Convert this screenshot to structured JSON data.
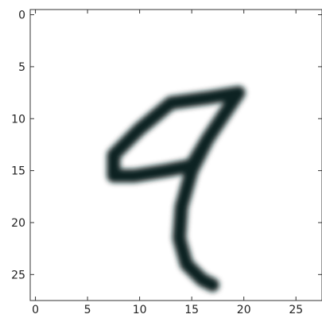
{
  "chart_data": {
    "type": "heatmap",
    "title": "",
    "xlabel": "",
    "ylabel": "",
    "xlim": [
      -0.5,
      27.5
    ],
    "ylim": [
      27.5,
      -0.5
    ],
    "y_inverted": true,
    "grid": false,
    "legend": "none",
    "colormap": "gray_r",
    "x_ticks": [
      0,
      5,
      10,
      15,
      20,
      25
    ],
    "y_ticks": [
      0,
      5,
      10,
      15,
      20,
      25
    ],
    "x_tick_labels": [
      "0",
      "5",
      "10",
      "15",
      "20",
      "25"
    ],
    "y_tick_labels": [
      "0",
      "5",
      "10",
      "15",
      "20",
      "25"
    ],
    "image_size": [
      28,
      28
    ],
    "strokes": [
      {
        "name": "loop",
        "points": [
          [
            19.5,
            7.5
          ],
          [
            16.5,
            8.0
          ],
          [
            13.0,
            8.5
          ],
          [
            10.0,
            11.0
          ],
          [
            7.5,
            13.5
          ],
          [
            7.5,
            15.5
          ],
          [
            9.5,
            15.5
          ],
          [
            12.5,
            15.0
          ],
          [
            15.0,
            14.5
          ],
          [
            16.5,
            12.0
          ],
          [
            18.5,
            9.0
          ],
          [
            19.5,
            7.5
          ]
        ],
        "width": 1.3
      },
      {
        "name": "stem",
        "points": [
          [
            16.5,
            12.0
          ],
          [
            15.0,
            15.0
          ],
          [
            14.0,
            18.5
          ],
          [
            13.8,
            21.5
          ],
          [
            14.5,
            24.0
          ],
          [
            16.0,
            25.5
          ],
          [
            17.0,
            26.0
          ]
        ],
        "width": 1.3
      }
    ],
    "colors": {
      "ink": "#102020",
      "background": "#ffffff",
      "axes": "#333333"
    }
  }
}
